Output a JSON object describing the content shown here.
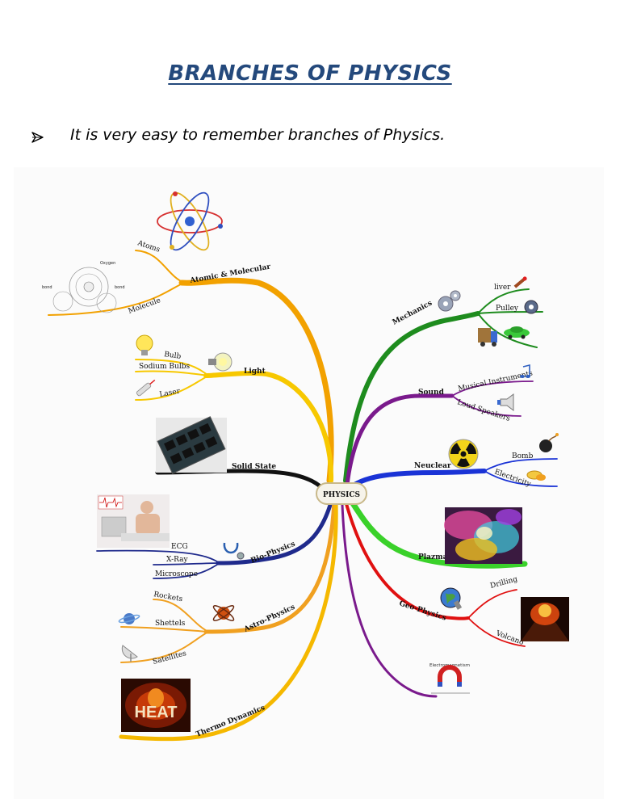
{
  "page": {
    "title": "BRANCHES OF PHYSICS",
    "bullet": "It is very easy to remember branches of Physics."
  },
  "mindmap": {
    "center": "PHYSICS",
    "branches": {
      "atomic": {
        "label": "Atomic & Molecular",
        "subs": [
          "Atoms",
          "Molecule"
        ]
      },
      "light": {
        "label": "Light",
        "subs": [
          "Bulb",
          "Sodium Bulbs",
          "Laser"
        ]
      },
      "solid": {
        "label": "Solid State"
      },
      "bio": {
        "label": "Bio-Physics",
        "subs": [
          "ECG",
          "X-Ray",
          "Microscope"
        ]
      },
      "astro": {
        "label": "Astro-Physics",
        "subs": [
          "Rockets",
          "Shettels",
          "Satellites"
        ]
      },
      "thermo": {
        "label": "Thermo Dynamics"
      },
      "mechanics": {
        "label": "Mechanics",
        "subs": [
          "liver",
          "Pulley"
        ]
      },
      "sound": {
        "label": "Sound",
        "subs": [
          "Musical Instruments",
          "Loud Speakers"
        ]
      },
      "nuclear": {
        "label": "Neuclear",
        "subs": [
          "Bomb",
          "Electricity"
        ]
      },
      "plazma": {
        "label": "Plazma"
      },
      "geo": {
        "label": "Geo-Physics",
        "subs": [
          "Drilling",
          "Volcano"
        ]
      },
      "em": {
        "label": "Electromagnetism"
      }
    },
    "image_text": {
      "heat": "HEAT",
      "oxygen": "Oxygen",
      "bond_left": "bond",
      "bond_right": "bond"
    },
    "colors": {
      "atomic": "#f2a100",
      "light": "#f7c800",
      "solid": "#111111",
      "bio": "#1f2a8c",
      "astro": "#f0a020",
      "thermo": "#f5b800",
      "mechanics": "#1e8c1e",
      "sound": "#7a1a8c",
      "nuclear": "#1a33d6",
      "plazma": "#3ad12a",
      "geo": "#e01010",
      "em": "#7a1a8c",
      "title": "#24497c"
    }
  }
}
